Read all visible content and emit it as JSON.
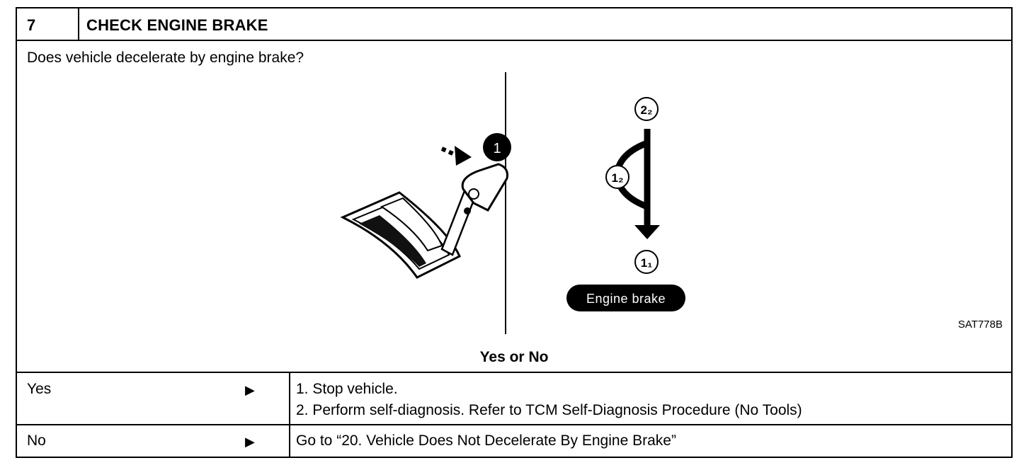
{
  "step": {
    "number": "7",
    "title": "CHECK ENGINE BRAKE"
  },
  "question": "Does vehicle decelerate by engine brake?",
  "figure": {
    "callout_1": "1",
    "pos_2_2": "2₂",
    "pos_1_2": "1₂",
    "pos_1_1": "1₁",
    "engine_brake_label": "Engine brake",
    "figure_id": "SAT778B"
  },
  "prompt": "Yes or No",
  "answers": [
    {
      "label": "Yes",
      "arrow": "▶",
      "lines": [
        "1.  Stop vehicle.",
        "2.  Perform self-diagnosis. Refer to TCM Self-Diagnosis Procedure (No Tools)"
      ]
    },
    {
      "label": "No",
      "arrow": "▶",
      "lines": [
        "Go to “20. Vehicle Does Not Decelerate By Engine Brake”"
      ]
    }
  ]
}
